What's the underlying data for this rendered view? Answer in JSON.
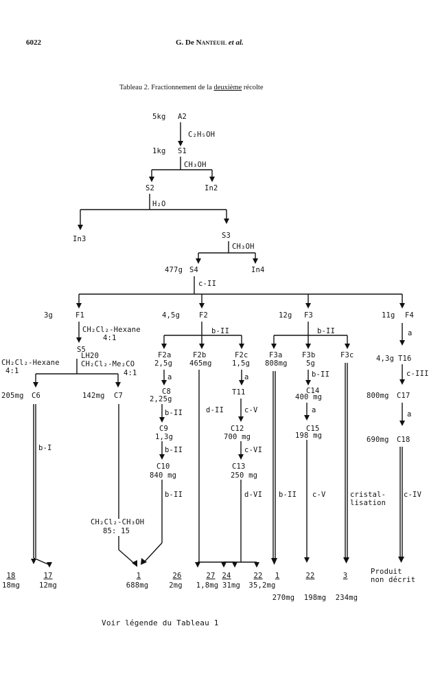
{
  "header": {
    "page_number": "6022",
    "authors_prefix": "G. De ",
    "authors_smallcaps": "Nanteuil",
    "authors_suffix": " et al.",
    "table_caption_prefix": "Tableau 2. Fractionnement de la ",
    "table_caption_underlined": "deuxième",
    "table_caption_suffix": " récolte"
  },
  "nodes": {
    "a2_mass": "5kg",
    "a2": "A2",
    "c2h5oh": "C₂H₅OH",
    "s1_mass": "1kg",
    "s1": "S1",
    "ch3oh_1": "CH₃OH",
    "s2": "S2",
    "in2": "In2",
    "h2o": "H₂O",
    "in3": "In3",
    "s3": "S3",
    "ch3oh_2": "CH₃OH",
    "s4_mass": "477g",
    "s4": "S4",
    "in4": "In4",
    "c_ii_1": "c-II",
    "f1_mass": "3g",
    "f1": "F1",
    "f2_mass": "4,5g",
    "f2": "F2",
    "f3_mass": "12g",
    "f3": "F3",
    "f4_mass": "11g",
    "f4": "F4",
    "f1_solvent": "CH₂Cl₂-Hexane",
    "f1_ratio": "4:1",
    "s5": "S5",
    "lh20": "LH20",
    "left_solvent": "CH₂Cl₂-Hexane",
    "left_ratio": "4:1",
    "right_solvent": "CH₂Cl₂-Me₂CO",
    "right_ratio": "4:1",
    "c6_mass": "205mg",
    "c6": "C6",
    "c7_mass": "142mg",
    "c7": "C7",
    "b_i": "b-I",
    "bottom_solvent": "CH₂Cl₂-CH₃OH",
    "bottom_ratio": "85: 15",
    "b_ii_f2": "b-II",
    "f2a": "F2a",
    "f2a_mass": "2,5g",
    "f2b": "F2b",
    "f2b_mass": "465mg",
    "f2c": "F2c",
    "f2c_mass": "1,5g",
    "a_f2a": "a",
    "c8": "C8",
    "c8_mass": "2,25g",
    "b_ii_c8": "b-II",
    "c9": "C9",
    "c9_mass": "1,3g",
    "b_ii_c9": "b-II",
    "c10": "C10",
    "c10_mass": "840 mg",
    "b_ii_c10": "b-II",
    "d_ii": "d-II",
    "a_f2c": "a",
    "t11": "T11",
    "c_v_1": "c-V",
    "c12": "C12",
    "c12_mass": "700 mg",
    "c_vi": "c-VI",
    "c13": "C13",
    "c13_mass": "250 mg",
    "d_vi": "d-VI",
    "b_ii_f3": "b-II",
    "f3a": "F3a",
    "f3a_mass": "808mg",
    "f3b": "F3b",
    "f3b_mass": "5g",
    "f3c": "F3c",
    "b_ii_f3b": "b-II",
    "c14": "C14",
    "c14_mass": "400 mg",
    "a_c14": "a",
    "c15": "C15",
    "c15_mass": "198 mg",
    "b_ii_f3a": "b-II",
    "c_v_2": "c-V",
    "cristal_1": "cristal-",
    "cristal_2": "lisation",
    "a_f4": "a",
    "t16_mass": "4,3g",
    "t16": "T16",
    "c_iii": "c-III",
    "c17_mass": "800mg",
    "c17": "C17",
    "a_c17": "a",
    "c18_mass": "690mg",
    "c18": "C18",
    "c_iv": "c-IV"
  },
  "products": [
    {
      "id": "18",
      "mass": "18mg"
    },
    {
      "id": "17",
      "mass": "12mg"
    },
    {
      "id": "1",
      "mass": "688mg"
    },
    {
      "id": "26",
      "mass": "2mg"
    },
    {
      "id": "27",
      "mass": "1,8mg"
    },
    {
      "id": "24",
      "mass": "31mg"
    },
    {
      "id": "22",
      "mass": "35,2mg"
    },
    {
      "id": "1",
      "mass": "270mg"
    },
    {
      "id": "22",
      "mass": "198mg"
    },
    {
      "id": "3",
      "mass": "234mg"
    }
  ],
  "undescribed": [
    "Produit",
    "non décrit"
  ],
  "footer_note": "Voir légende du Tableau 1"
}
